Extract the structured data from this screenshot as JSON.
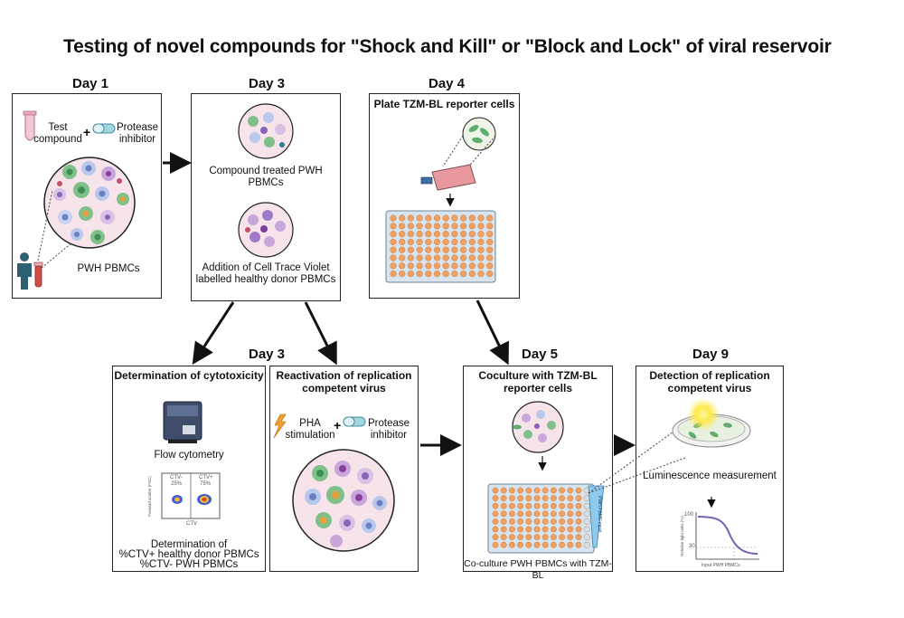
{
  "title": "Testing of novel compounds for \"Shock and Kill\" or \"Block and Lock\" of viral reservoir",
  "days": {
    "day1": "Day 1",
    "day3_top": "Day 3",
    "day4": "Day 4",
    "day3_bottom": "Day 3",
    "day5": "Day 5",
    "day9": "Day 9"
  },
  "box_day1": {
    "test_compound": "Test compound",
    "protease_inhibitor": "Protease inhibitor",
    "pwh_pbmcs": "PWH PBMCs"
  },
  "box_day3": {
    "compound_treated": "Compound treated PWH PBMCs",
    "addition_ctv": "Addition of Cell Trace Violet labelled healthy donor PBMCs"
  },
  "box_day4": {
    "heading": "Plate TZM-BL reporter cells"
  },
  "box_cytotox": {
    "heading": "Determination of cytotoxicity",
    "flow": "Flow cytometry",
    "ctv_neg_label": "CTV-",
    "ctv_neg_pct": "25%",
    "ctv_pos_label": "CTV+",
    "ctv_pos_pct": "75%",
    "x_axis": "CTV",
    "y_axis": "Forward scatter (FSC)",
    "determination": "Determination of",
    "line1": "%CTV+ healthy donor PBMCs",
    "line2": "%CTV- PWH PBMCs"
  },
  "box_reactivation": {
    "heading": "Reactivation of replication competent virus",
    "pha": "PHA stimulation",
    "protease_inhibitor": "Protease inhibitor"
  },
  "box_day5": {
    "heading": "Coculture with TZM-BL reporter cells",
    "plate_label": "PWH PBMC input",
    "footer": "Co-culture PWH PBMCs with TZM-BL"
  },
  "box_day9": {
    "heading": "Detection of replication competent virus",
    "luminescence": "Luminescence measurement",
    "y_axis": "Relative light units (%)",
    "x_axis": "Input PWH PBMCs",
    "tick_100": "100",
    "tick_30": "30"
  },
  "colors": {
    "green_cell": "#7fc08a",
    "blue_cell": "#7fa8d8",
    "purple_cell": "#a079c8",
    "orange_well": "#f0a060",
    "pink_dish": "#f7e4ea",
    "luminescence_curve": "#7a5fb5"
  }
}
